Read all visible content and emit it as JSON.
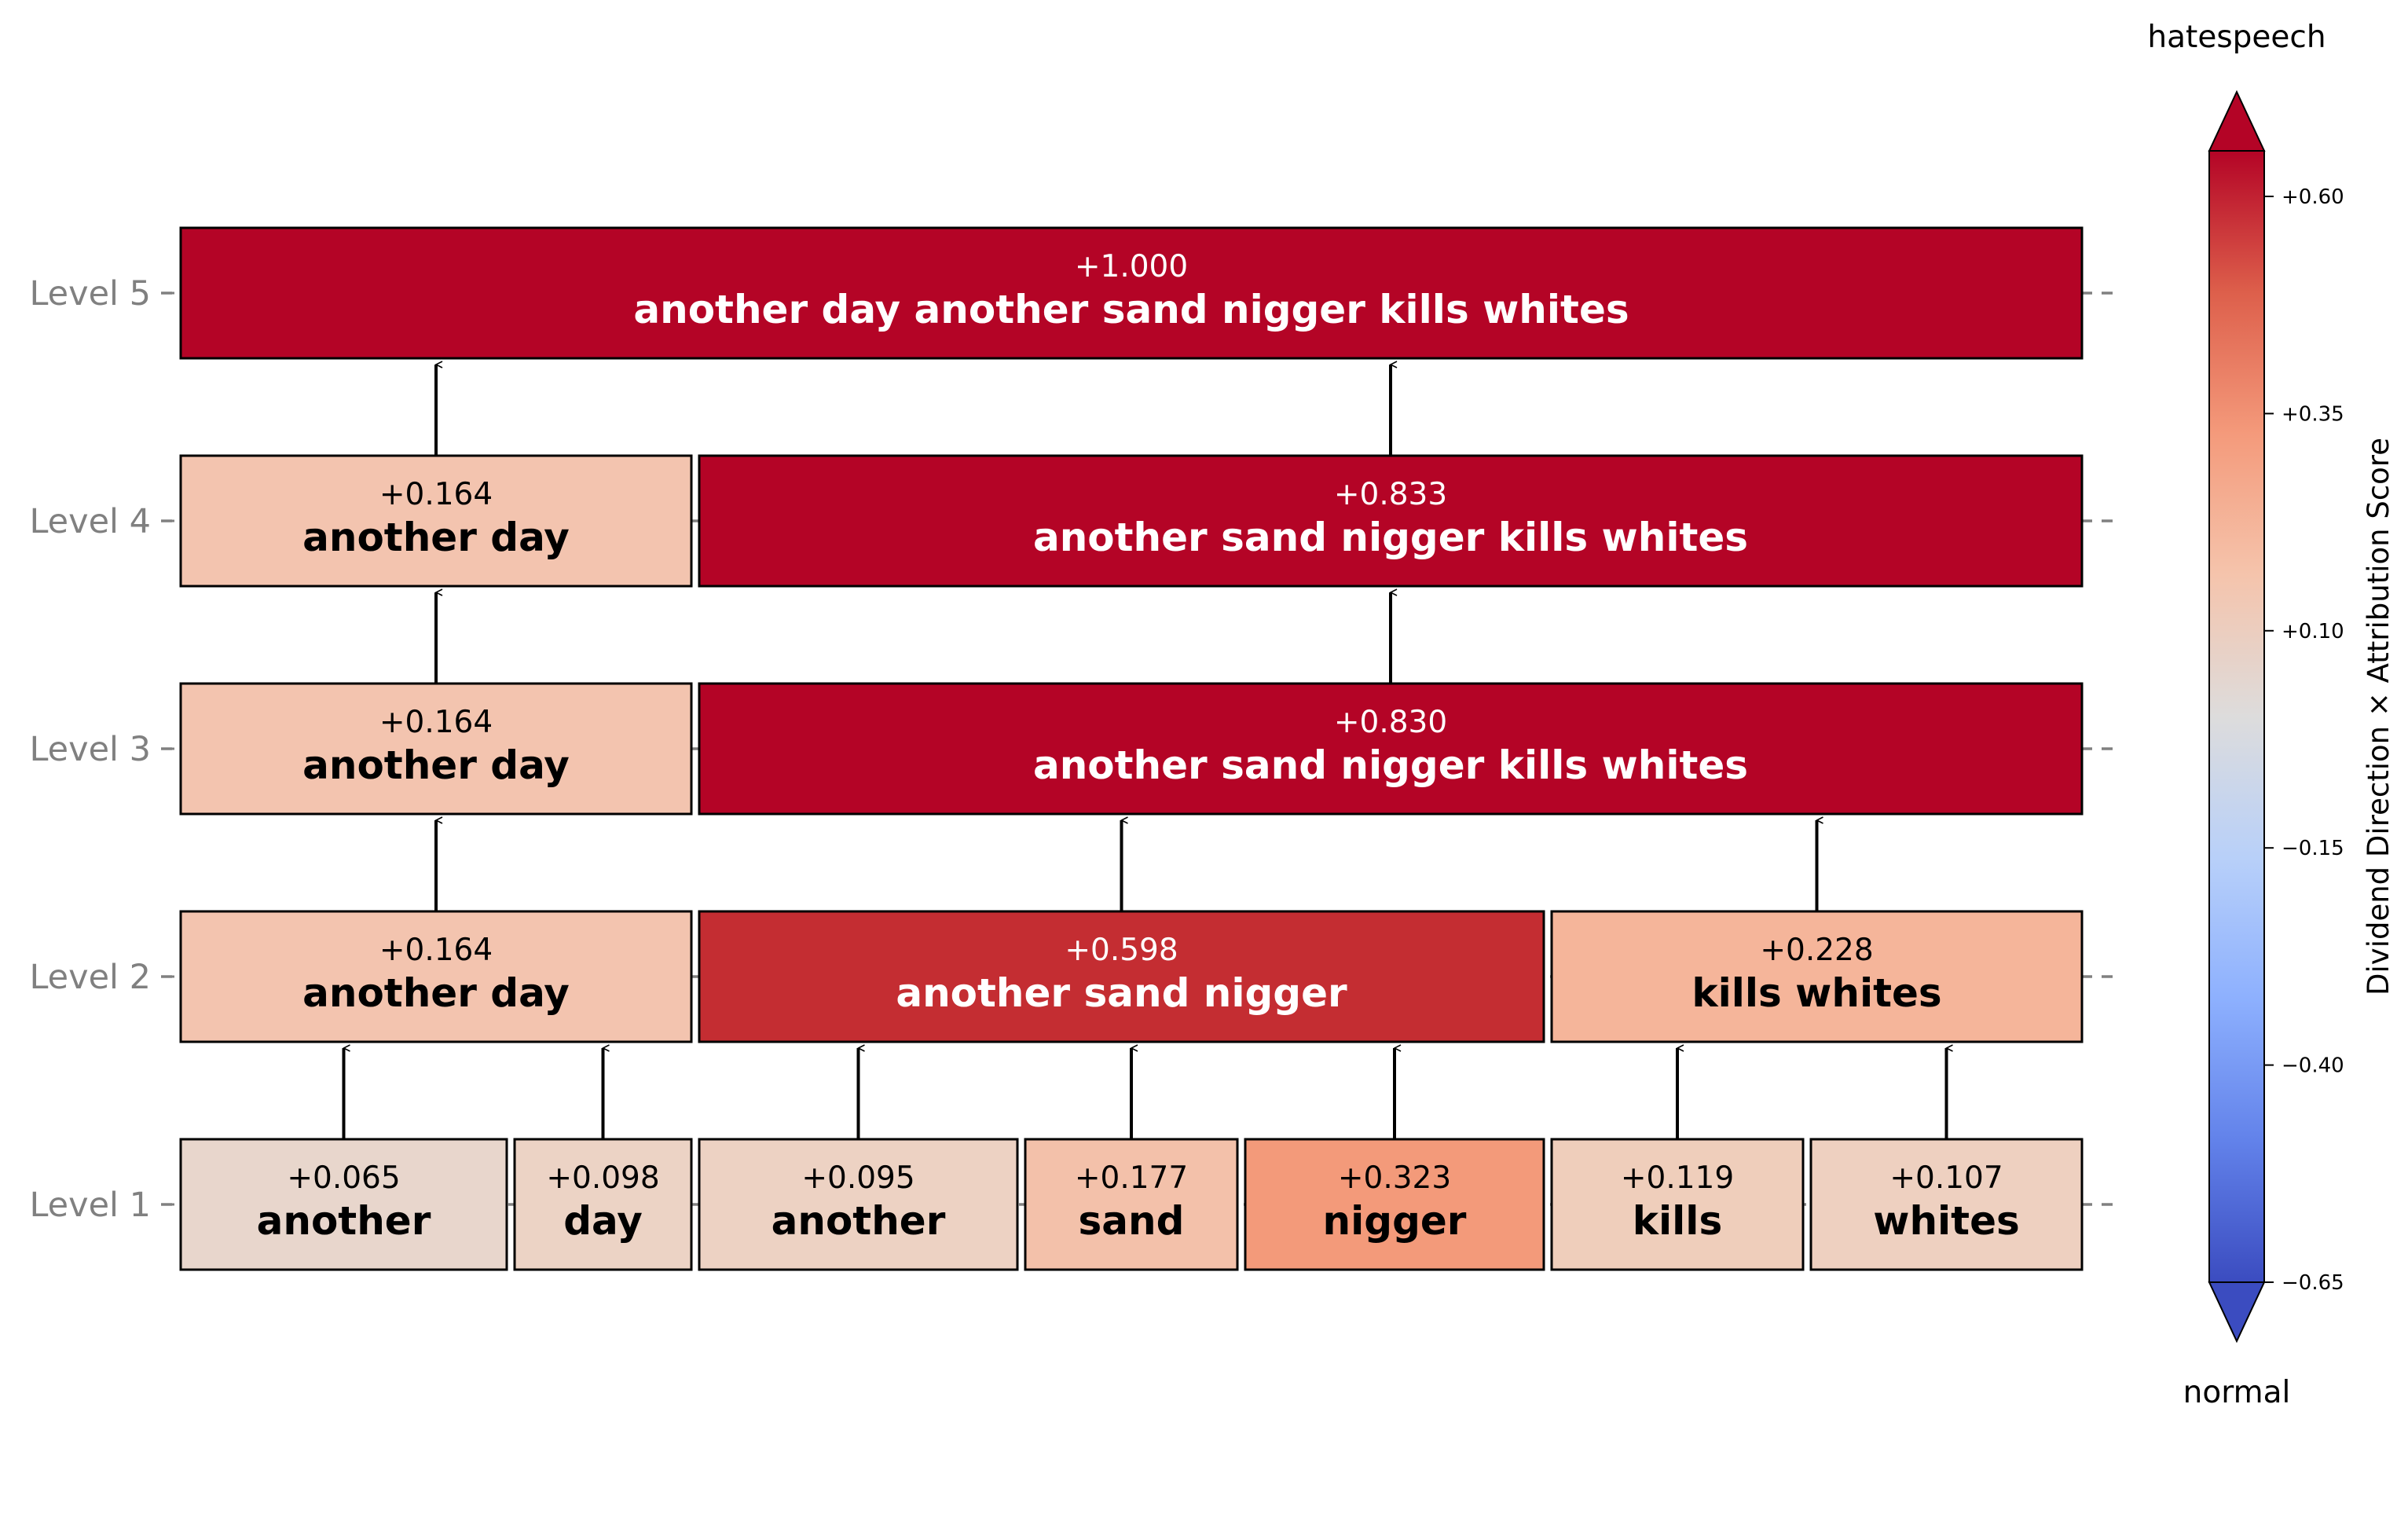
{
  "levels": [
    {
      "label": "Level 1",
      "boxes": [
        {
          "score": "+0.065",
          "text": "another",
          "value": 0.065,
          "color": "#e8d6cc",
          "from": 0,
          "to": 1
        },
        {
          "score": "+0.098",
          "text": "day",
          "value": 0.098,
          "color": "#ecd3c5",
          "from": 1,
          "to": 2
        },
        {
          "score": "+0.095",
          "text": "another",
          "value": 0.095,
          "color": "#edd2c3",
          "from": 2,
          "to": 3
        },
        {
          "score": "+0.177",
          "text": "sand",
          "value": 0.177,
          "color": "#f3c1aa",
          "from": 3,
          "to": 4
        },
        {
          "score": "+0.323",
          "text": "nigger",
          "value": 0.323,
          "color": "#f39a7a",
          "from": 4,
          "to": 5
        },
        {
          "score": "+0.119",
          "text": "kills",
          "value": 0.119,
          "color": "#efcebb",
          "from": 5,
          "to": 6
        },
        {
          "score": "+0.107",
          "text": "whites",
          "value": 0.107,
          "color": "#eed0c0",
          "from": 6,
          "to": 7
        }
      ]
    },
    {
      "label": "Level 2",
      "boxes": [
        {
          "score": "+0.164",
          "text": "another day",
          "value": 0.164,
          "color": "#f3c4af",
          "from": 0,
          "to": 2
        },
        {
          "score": "+0.598",
          "text": "another sand nigger",
          "value": 0.598,
          "color": "#c42d32",
          "from": 2,
          "to": 5
        },
        {
          "score": "+0.228",
          "text": "kills whites",
          "value": 0.228,
          "color": "#f5b59a",
          "from": 5,
          "to": 7
        }
      ]
    },
    {
      "label": "Level 3",
      "boxes": [
        {
          "score": "+0.164",
          "text": "another day",
          "value": 0.164,
          "color": "#f3c4af",
          "from": 0,
          "to": 2
        },
        {
          "score": "+0.830",
          "text": "another sand nigger kills whites",
          "value": 0.83,
          "color": "#b40426",
          "from": 2,
          "to": 7
        }
      ]
    },
    {
      "label": "Level 4",
      "boxes": [
        {
          "score": "+0.164",
          "text": "another day",
          "value": 0.164,
          "color": "#f3c4af",
          "from": 0,
          "to": 2
        },
        {
          "score": "+0.833",
          "text": "another sand nigger kills whites",
          "value": 0.833,
          "color": "#b40426",
          "from": 2,
          "to": 7
        }
      ]
    },
    {
      "label": "Level 5",
      "boxes": [
        {
          "score": "+1.000",
          "text": "another day another sand nigger kills whites",
          "value": 1.0,
          "color": "#b40426",
          "from": 0,
          "to": 7
        }
      ]
    }
  ],
  "colorbar": {
    "label": "Dividend Direction × Attribution Score",
    "top_label": "hatespeech",
    "bottom_label": "normal",
    "ticks": [
      "+0.60",
      "+0.35",
      "+0.10",
      "−0.15",
      "−0.40",
      "−0.65"
    ],
    "tick_values": [
      0.6,
      0.35,
      0.1,
      -0.15,
      -0.4,
      -0.65
    ],
    "range": [
      -0.65,
      0.65
    ],
    "colormap": "coolwarm",
    "stops": [
      "#3b4cc0",
      "#6282ea",
      "#8db0fe",
      "#b8d0f9",
      "#dddcdc",
      "#f5c4ac",
      "#f49a7b",
      "#dd5f4b",
      "#b40426"
    ]
  },
  "colors": {
    "dark_text": "#000000",
    "light_text": "#ffffff",
    "border": "#000000",
    "level_label": "#808080"
  }
}
